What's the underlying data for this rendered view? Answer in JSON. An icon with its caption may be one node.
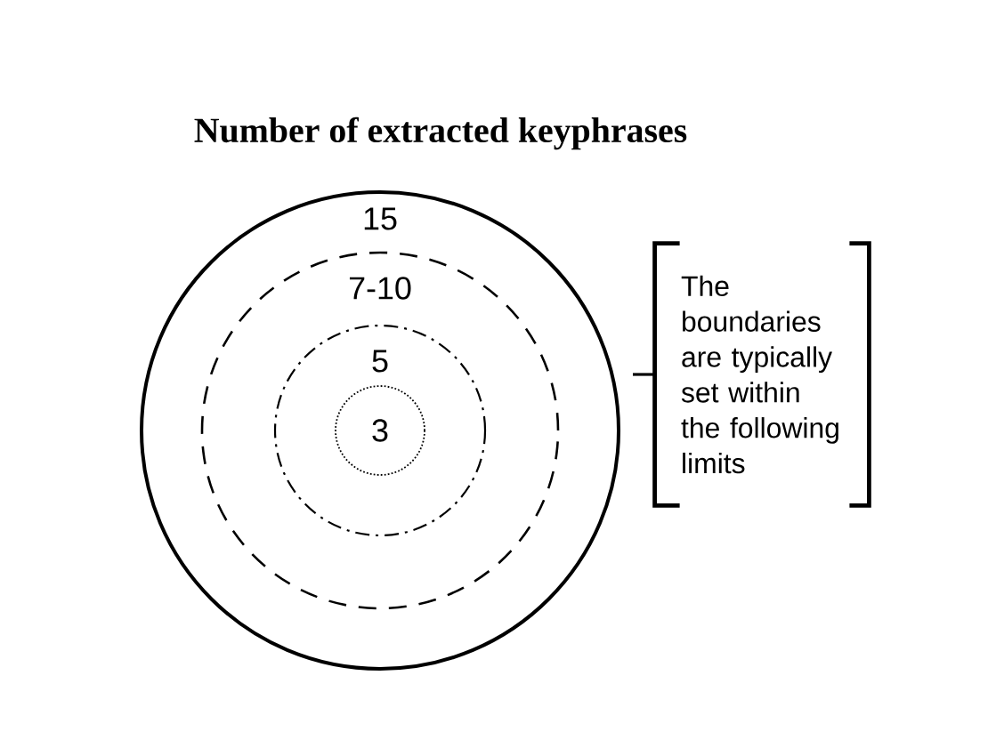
{
  "diagram": {
    "title": "Number of extracted keyphrases",
    "nodes": [
      {
        "text": [
          "15"
        ]
      },
      {
        "text": [
          "7-10"
        ],
        "in": 0
      },
      {
        "text": [
          "5"
        ],
        "in": 1
      },
      {
        "text": [
          "3"
        ],
        "in": 2
      },
      {
        "text": [
          "The boundaries are typically set within the following limits"
        ]
      }
    ],
    "edges": [
      {
        "from": 0,
        "to": 4,
        "arrow": "none"
      }
    ]
  }
}
